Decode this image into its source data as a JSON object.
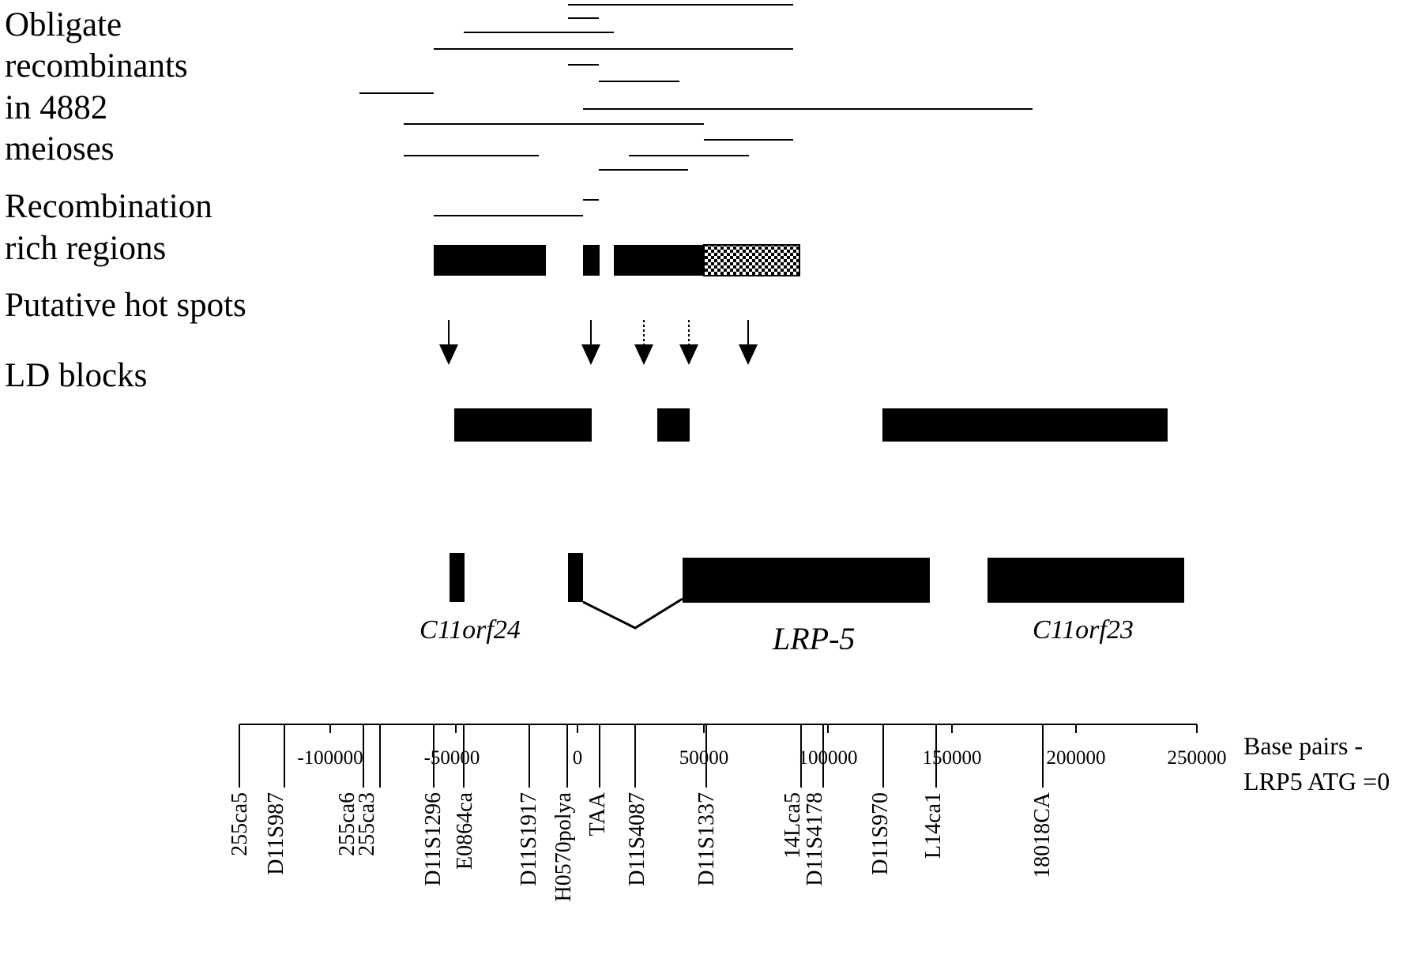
{
  "labels": {
    "obligate": [
      "Obligate",
      "recombinants",
      "in 4882",
      "meioses"
    ],
    "recomb_rich": [
      "Recombination",
      "rich regions"
    ],
    "hotspots": "Putative hot spots",
    "ld_blocks": "LD blocks",
    "axis_caption": [
      "Base pairs -",
      "LRP5 ATG =0"
    ]
  },
  "genes": [
    {
      "name": "C11orf24"
    },
    {
      "name": "LRP-5"
    },
    {
      "name": "C11orf23"
    }
  ],
  "axis": {
    "ticks": [
      "-100000",
      "-50000",
      "0",
      "50000",
      "100000",
      "150000",
      "200000",
      "250000"
    ]
  },
  "markers": [
    "255ca5",
    "D11S987",
    "255ca6",
    "255ca3",
    "D11S1296",
    "E0864ca",
    "D11S1917",
    "H0570polya",
    "TAA",
    "D11S4087",
    "D11S1337",
    "14Lca5",
    "D11S4178",
    "D11S970",
    "L14ca1",
    "18018CA"
  ],
  "hotspots": [
    {
      "style": "solid"
    },
    {
      "style": "solid"
    },
    {
      "style": "dotted"
    },
    {
      "style": "dotted"
    },
    {
      "style": "solid"
    }
  ],
  "recomb_rich_regions": [
    {
      "fill": "solid"
    },
    {
      "fill": "solid"
    },
    {
      "fill": "solid"
    },
    {
      "fill": "checkered"
    }
  ],
  "colors": {
    "ink": "#000000",
    "background": "#ffffff"
  }
}
